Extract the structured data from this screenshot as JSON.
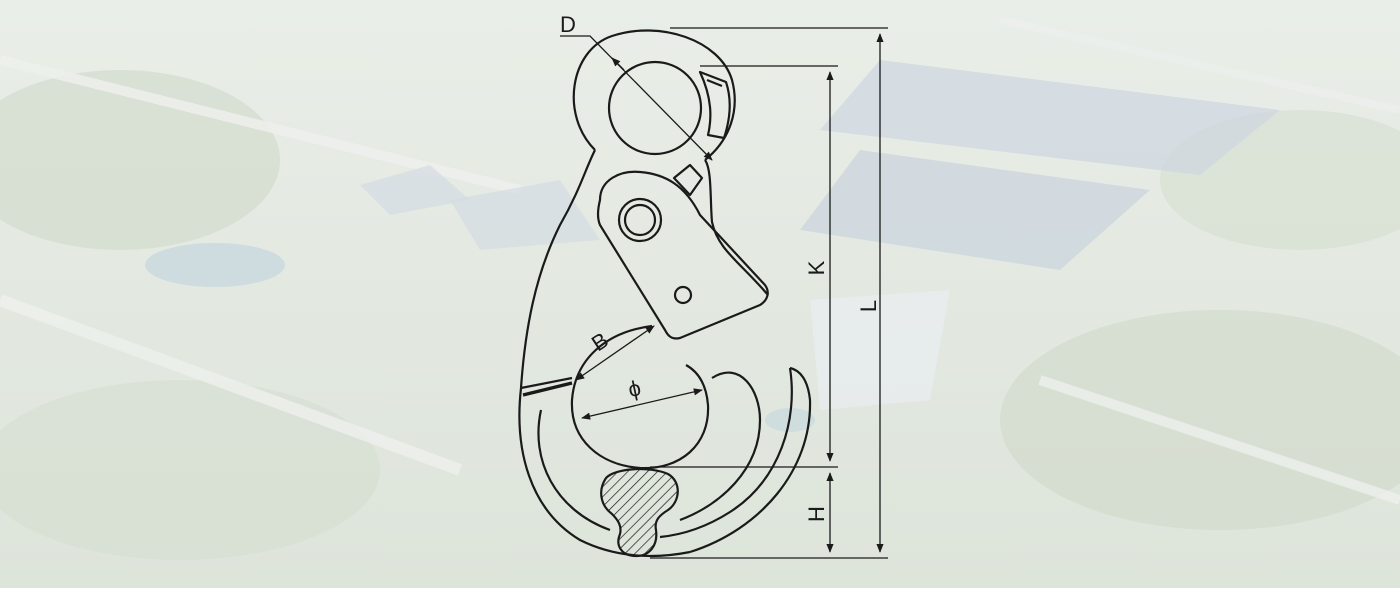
{
  "labels": {
    "d": "D",
    "b": "B",
    "phi": "ϕ",
    "k": "K",
    "l": "L",
    "h": "H"
  },
  "colors": {
    "background_wash": "#e6ebe4",
    "line": "#1a1a1a",
    "hatch": "#1a1a1a"
  },
  "icons": {
    "background": "aerial-factory-photo",
    "drawing": "eye-self-locking-hook"
  }
}
